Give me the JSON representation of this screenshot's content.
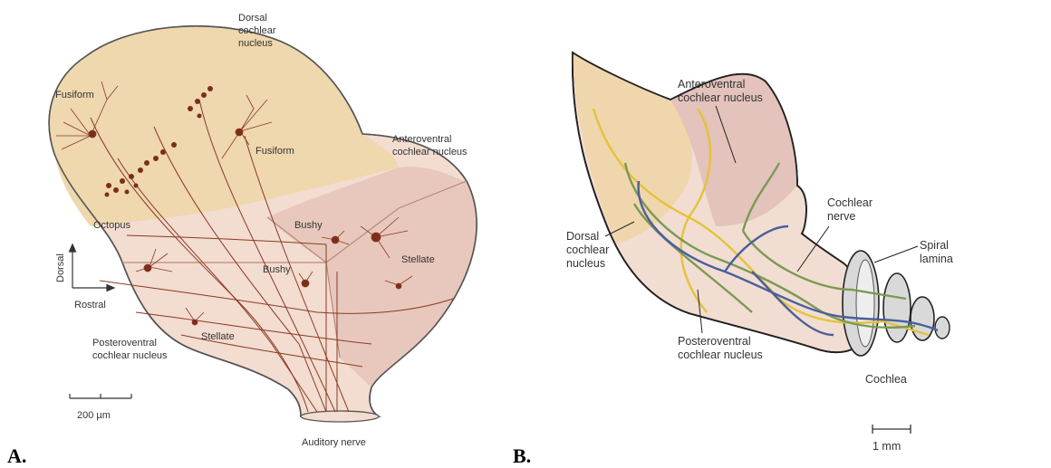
{
  "panel_a": {
    "letter": "A.",
    "labels": {
      "dorsal_nucleus": [
        "Dorsal",
        "cochlear",
        "nucleus"
      ],
      "anteroventral": [
        "Anteroventral",
        "cochlear nucleus"
      ],
      "posteroventral": [
        "Posteroventral",
        "cochlear nucleus"
      ],
      "fusiform_1": "Fusiform",
      "fusiform_2": "Fusiform",
      "octopus": "Octopus",
      "bushy_1": "Bushy",
      "bushy_2": "Bushy",
      "stellate_1": "Stellate",
      "stellate_2": "Stellate",
      "axis_dorsal": "Dorsal",
      "axis_rostral": "Rostral",
      "scale": "200 µm",
      "auditory_nerve": "Auditory nerve"
    },
    "colors": {
      "dcn": "#efd7ae",
      "avcn": "#e8c8bc",
      "pvcn": "#f3dcd0",
      "outline": "#555555",
      "neuron": "#8a3a25"
    }
  },
  "panel_b": {
    "letter": "B.",
    "labels": {
      "anteroventral": [
        "Anteroventral",
        "cochlear nucleus"
      ],
      "dorsal": [
        "Dorsal",
        "cochlear",
        "nucleus"
      ],
      "cochlear_nerve": [
        "Cochlear",
        "nerve"
      ],
      "spiral_lamina": [
        "Spiral",
        "lamina"
      ],
      "posteroventral": [
        "Posteroventral",
        "cochlear nucleus"
      ],
      "cochlea": "Cochlea",
      "scale": "1 mm"
    },
    "colors": {
      "yellow_fiber": "#e3c33a",
      "green_fiber": "#7a9a52",
      "blue_fiber": "#4a5f9c"
    }
  }
}
